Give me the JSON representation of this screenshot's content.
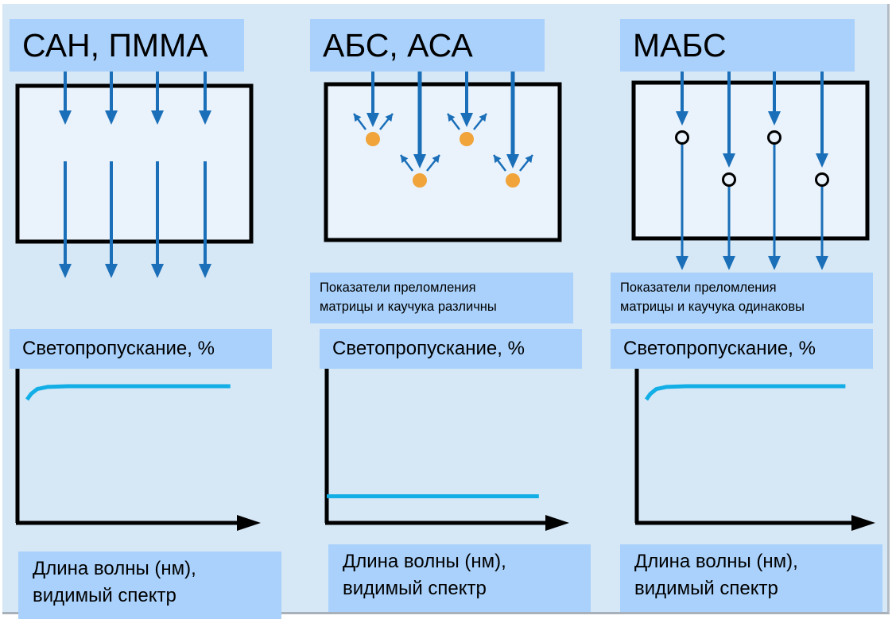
{
  "colors": {
    "background": "#d6e7f6",
    "label_fill": "#a9d1fb",
    "sample_fill": "#eaf3fc",
    "arrow": "#1a6fb8",
    "curve": "#12aee6",
    "rubber_particle_scattering": "#f0a43a",
    "rubber_particle_matched": "#000000"
  },
  "panels": [
    {
      "id": "san-pmma",
      "title": "САН, ПММА",
      "note": null,
      "particles": "none",
      "y_label": "Светопропускание, %",
      "x_label_line1": "Длина волны (нм),",
      "x_label_line2": "видимый спектр"
    },
    {
      "id": "abs-asa",
      "title": "АБС, АСА",
      "note_line1": "Показатели преломления",
      "note_line2": "матрицы и каучука различны",
      "particles": "scattering",
      "y_label": "Светопропускание, %",
      "x_label_line1": "Длина волны (нм),",
      "x_label_line2": "видимый спектр"
    },
    {
      "id": "mabs",
      "title": "МАБС",
      "note_line1": "Показатели преломления",
      "note_line2": "матрицы и каучука одинаковы",
      "particles": "transparent",
      "y_label": "Светопропускание, %",
      "x_label_line1": "Длина волны (нм),",
      "x_label_line2": "видимый спектр"
    }
  ],
  "chart_data": [
    {
      "type": "line",
      "title": "САН, ПММА",
      "ylabel": "Светопропускание, %",
      "xlabel": "Длина волны (нм), видимый спектр",
      "x": [
        0,
        0.02,
        0.05,
        0.1,
        0.2,
        0.4,
        0.6,
        0.8,
        1.0
      ],
      "values": [
        0.88,
        0.92,
        0.955,
        0.97,
        0.975,
        0.975,
        0.975,
        0.975,
        0.975
      ],
      "ylim": [
        0,
        1.1
      ],
      "xlim": [
        0,
        1.15
      ],
      "grid": false
    },
    {
      "type": "line",
      "title": "АБС, АСА",
      "ylabel": "Светопропускание, %",
      "xlabel": "Длина волны (нм), видимый спектр",
      "x": [
        0,
        1.0
      ],
      "values": [
        0.19,
        0.19
      ],
      "ylim": [
        0,
        1.1
      ],
      "xlim": [
        0,
        1.15
      ],
      "grid": false
    },
    {
      "type": "line",
      "title": "МАБС",
      "ylabel": "Светопропускание, %",
      "xlabel": "Длина волны (нм), видимый спектр",
      "x": [
        0,
        0.02,
        0.05,
        0.1,
        0.2,
        0.4,
        0.6,
        0.8,
        1.0
      ],
      "values": [
        0.88,
        0.92,
        0.955,
        0.97,
        0.975,
        0.975,
        0.975,
        0.975,
        0.975
      ],
      "ylim": [
        0,
        1.1
      ],
      "xlim": [
        0,
        1.15
      ],
      "grid": false
    }
  ]
}
